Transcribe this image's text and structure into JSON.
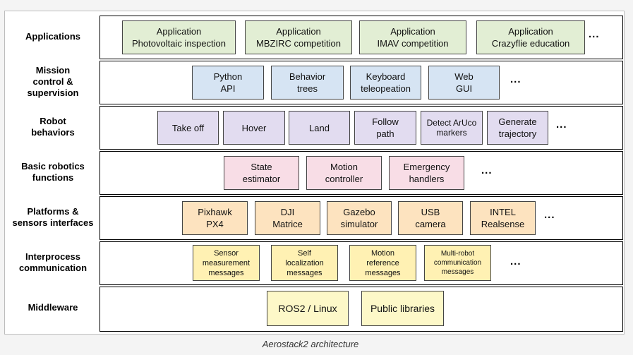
{
  "colors": {
    "applications": "#e2eed4",
    "mission": "#d6e4f3",
    "behaviors": "#e2dcf0",
    "basic": "#f8dde6",
    "platforms": "#fde3bf",
    "ipc": "#fff1b3",
    "middleware": "#fdf8c8"
  },
  "layers": [
    {
      "label": "Applications",
      "items": [
        "Application\nPhotovoltaic inspection",
        "Application\nMBZIRC competition",
        "Application\nIMAV competition",
        "Application\nCrazyflie education"
      ],
      "more": "..."
    },
    {
      "label": "Mission\ncontrol &\nsupervision",
      "items": [
        "Python\nAPI",
        "Behavior\ntrees",
        "Keyboard\nteleopeation",
        "Web\nGUI"
      ],
      "more": "..."
    },
    {
      "label": "Robot\nbehaviors",
      "items": [
        "Take off",
        "Hover",
        "Land",
        "Follow\npath",
        "Detect ArUco\nmarkers",
        "Generate\ntrajectory"
      ],
      "more": "..."
    },
    {
      "label": "Basic robotics\nfunctions",
      "items": [
        "State\nestimator",
        "Motion\ncontroller",
        "Emergency\nhandlers"
      ],
      "more": "..."
    },
    {
      "label": "Platforms &\nsensors interfaces",
      "items": [
        "Pixhawk\nPX4",
        "DJI\nMatrice",
        "Gazebo\nsimulator",
        "USB\ncamera",
        "INTEL\nRealsense"
      ],
      "more": "..."
    },
    {
      "label": "Interprocess\ncommunication",
      "items": [
        "Sensor\nmeasurement\nmessages",
        "Self\nlocalization\nmessages",
        "Motion\nreference\nmessages",
        "Multi-robot\ncommunication\nmessages"
      ],
      "more": "..."
    },
    {
      "label": "Middleware",
      "items": [
        "ROS2 / Linux",
        "Public libraries"
      ]
    }
  ],
  "caption": "Aerostack2 architecture"
}
